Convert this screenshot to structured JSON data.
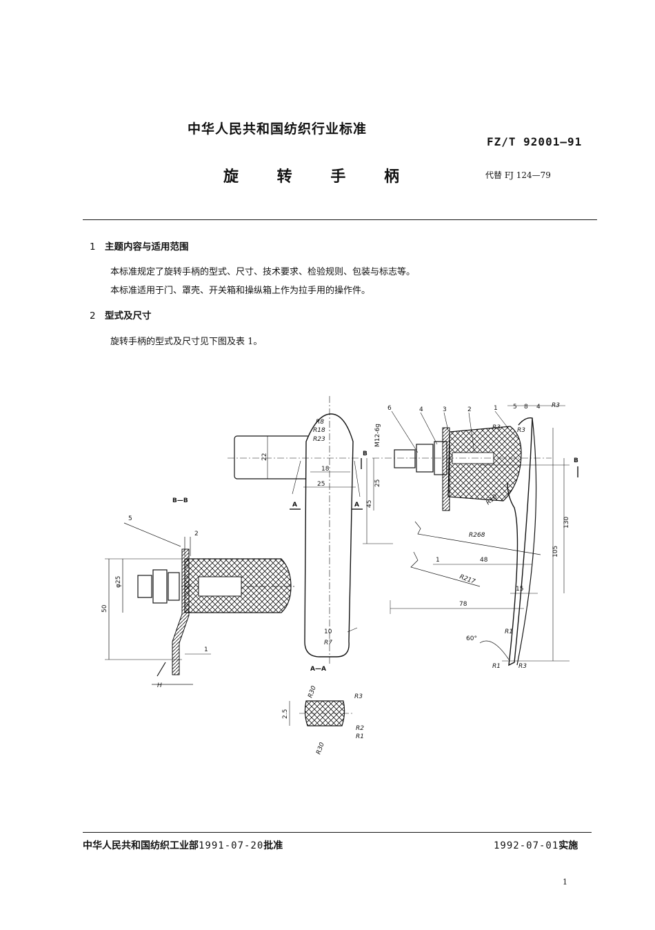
{
  "header": {
    "organization": "中华人民共和国纺织行业标准",
    "standard_code": "FZ/T 92001—91",
    "title": "旋 转 手 柄",
    "replaces": "代替 FJ 124—79"
  },
  "sections": [
    {
      "number": "1",
      "heading": "主题内容与适用范围",
      "paragraphs": [
        "本标准规定了旋转手柄的型式、尺寸、技术要求、检验规则、包装与标志等。",
        "本标准适用于门、罩壳、开关箱和操纵箱上作为拉手用的操作件。"
      ]
    },
    {
      "number": "2",
      "heading": "型式及尺寸",
      "paragraphs": [
        "旋转手柄的型式及尺寸见下图及表 1。"
      ]
    }
  ],
  "drawing": {
    "section_labels": {
      "bb": "B—B",
      "aa": "A—A",
      "a_left": "A",
      "a_right": "A",
      "b_left": "B",
      "b_right": "B"
    },
    "left_view": {
      "part_5": "5",
      "dim_2": "2",
      "dim_phi25": "φ25",
      "dim_50": "50",
      "dim_1": "1",
      "dim_H": "H"
    },
    "middle_view": {
      "r8": "R8",
      "r18": "R18",
      "r23": "R23",
      "dim_22": "22",
      "dim_18": "18",
      "dim_25": "25",
      "dim_10": "10",
      "r7": "R7"
    },
    "section_aa": {
      "r30_top": "R30",
      "r3": "R3",
      "dim_2_5": "2.5",
      "r2": "R2",
      "r1": "R1",
      "r30_bottom": "R30"
    },
    "right_view": {
      "part_6": "6",
      "part_4": "4",
      "part_3": "3",
      "part_2": "2",
      "part_1": "1",
      "thread": "M12-6g",
      "dim_5": "5",
      "dim_8": "8",
      "dim_4": "4",
      "r3_top": "R3",
      "r3_a": "R3",
      "r3_b": "R3",
      "dim_25": "25",
      "dim_45": "45",
      "r10": "R10",
      "r268": "R268",
      "dim_130": "130",
      "dim_105": "105",
      "dim_1": "1",
      "dim_48": "48",
      "r217": "R217",
      "dim_15": "15",
      "dim_78": "78",
      "angle_60": "60°",
      "r1_mid": "R1",
      "r1_bottom": "R1",
      "r3_bottom": "R3"
    }
  },
  "footer": {
    "approved_by": "中华人民共和国纺织工业部",
    "approved_date": "1991-07-20",
    "approved_suffix": "批准",
    "effective_date": "1992-07-01",
    "effective_suffix": "实施",
    "page_number": "1"
  }
}
